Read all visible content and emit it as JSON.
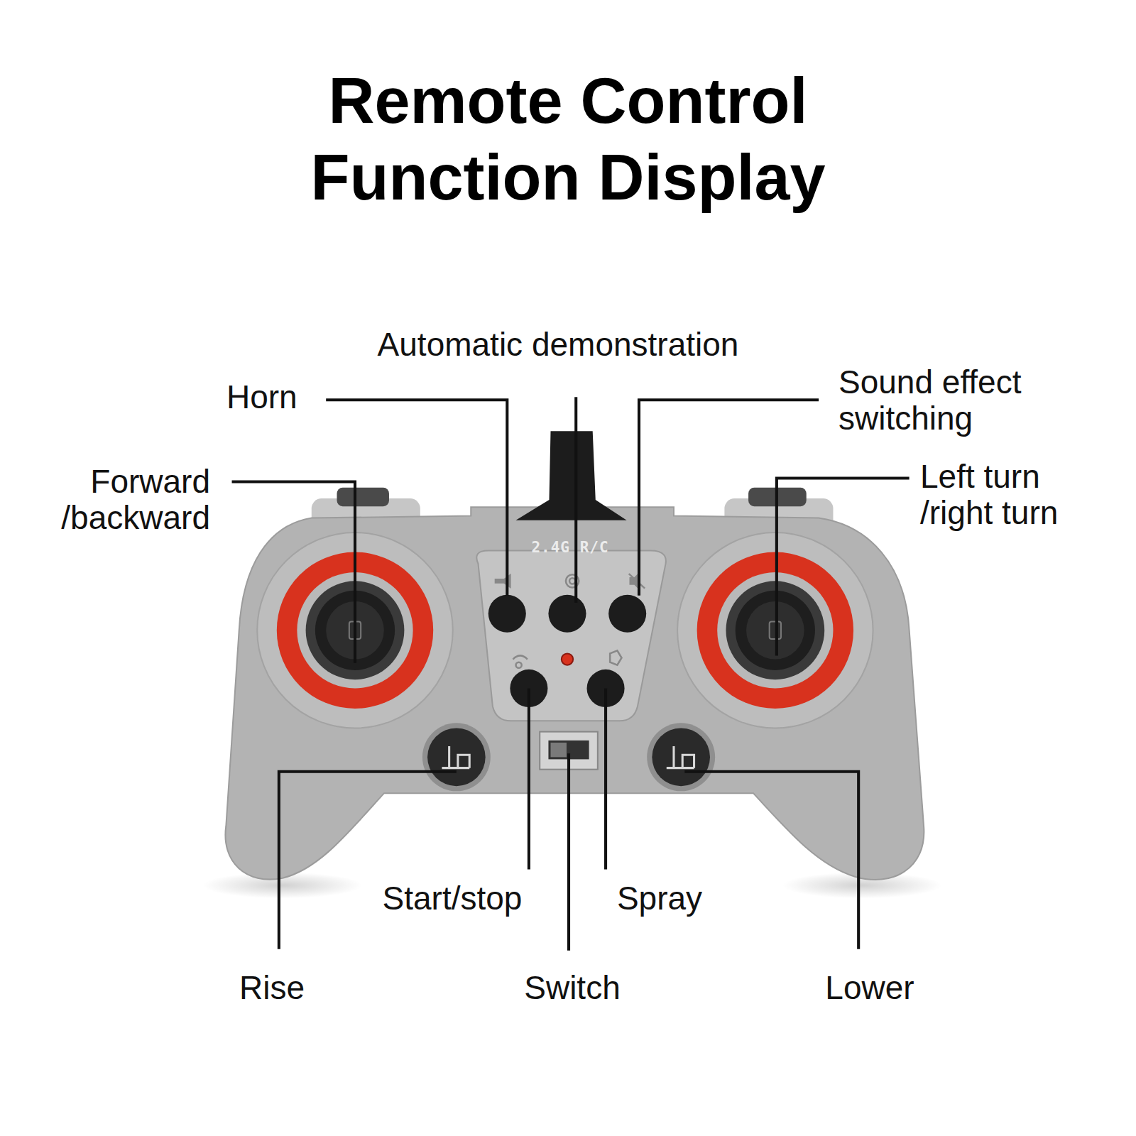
{
  "diagram": {
    "title": "Remote Control Function Display",
    "labels": [
      "Automatic demonstration",
      "Horn",
      "Sound effect switching",
      "Forward /backward",
      "Left turn /right turn",
      "2.4G R/C",
      "Start/stop",
      "Spray",
      "Rise",
      "Switch",
      "Lower"
    ]
  }
}
